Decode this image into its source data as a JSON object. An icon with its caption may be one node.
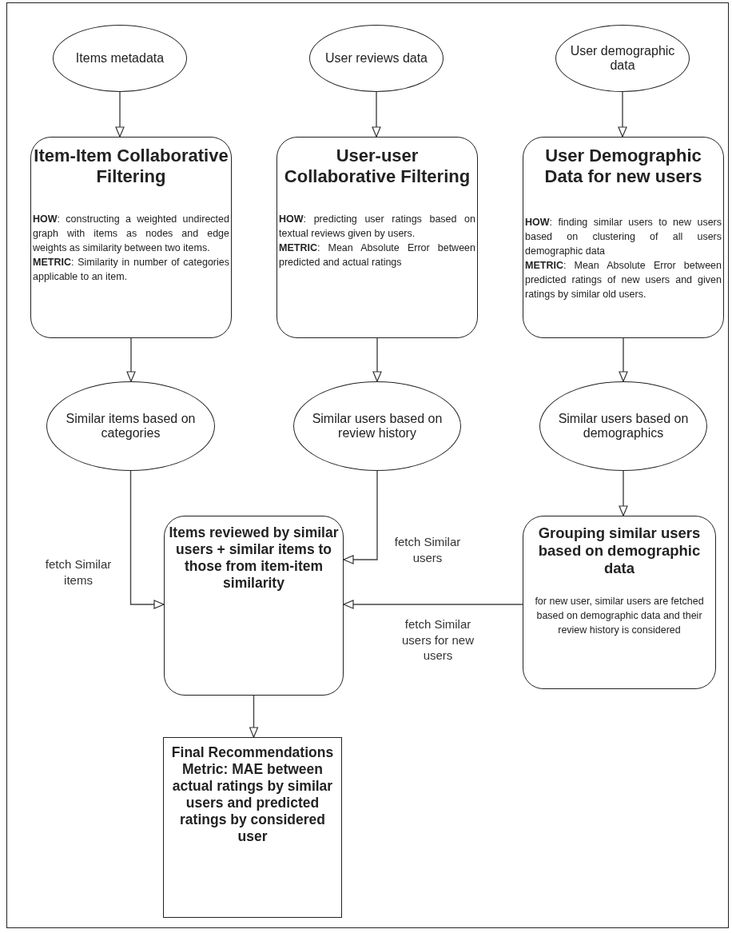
{
  "diagram": {
    "nodes": [
      {
        "text": [
          "Items metadata"
        ]
      },
      {
        "text": [
          "User reviews data"
        ]
      },
      {
        "text": [
          "User demographic data"
        ]
      },
      {
        "text": [
          "Item-Item Collaborative Filtering",
          "**HOW**: constructing a weighted undirected graph with items as nodes and edge weights as similarity between two items.",
          "**METRIC**: Similarity in number of categories applicable to an item."
        ]
      },
      {
        "text": [
          "User-user Collaborative Filtering",
          "**HOW**: predicting user ratings based on textual reviews given by users.",
          "**METRIC**: Mean Absolute Error between predicted and actual ratings"
        ]
      },
      {
        "text": [
          "User Demographic Data for new users",
          "**HOW**: finding similar users to new users based on clustering of all users demographic data",
          "**METRIC**: Mean Absolute Error between predicted ratings of new users and given ratings by similar old users."
        ]
      },
      {
        "text": [
          "Similar items based on categories"
        ]
      },
      {
        "text": [
          "Similar users based on review history"
        ]
      },
      {
        "text": [
          "Similar users based on demographics"
        ]
      },
      {
        "text": [
          "Items reviewed by similar users + similar items to those from item-item similarity"
        ]
      },
      {
        "text": [
          "Grouping similar users based on demographic data",
          "for new user, similar users are fetched based on demographic data and their review history is considered"
        ]
      },
      {
        "text": [
          "Final Recommendations Metric: MAE between actual ratings by similar users and predicted ratings by considered user"
        ]
      }
    ],
    "edges": [
      {
        "from": 0,
        "to": 3,
        "arrow": "to"
      },
      {
        "from": 1,
        "to": 4,
        "arrow": "to"
      },
      {
        "from": 2,
        "to": 5,
        "arrow": "to"
      },
      {
        "from": 3,
        "to": 6,
        "arrow": "to"
      },
      {
        "from": 4,
        "to": 7,
        "arrow": "to"
      },
      {
        "from": 5,
        "to": 8,
        "arrow": "to"
      },
      {
        "from": 6,
        "to": 9,
        "arrow": "to",
        "label": "fetch Similar items"
      },
      {
        "from": 7,
        "to": 9,
        "arrow": "to",
        "label": "fetch Similar users"
      },
      {
        "from": 8,
        "to": 10,
        "arrow": "to"
      },
      {
        "from": 10,
        "to": 9,
        "arrow": "to",
        "label": "fetch Similar users for new users"
      },
      {
        "from": 9,
        "to": 11,
        "arrow": "to"
      }
    ]
  }
}
